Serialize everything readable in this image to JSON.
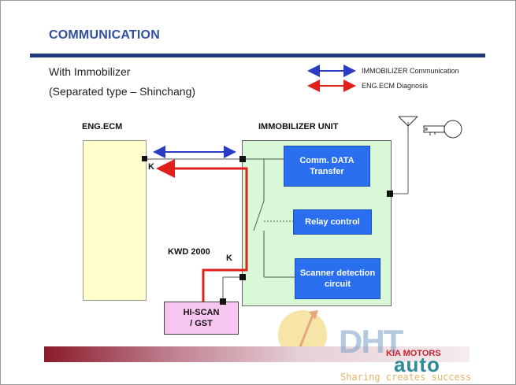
{
  "slide": {
    "title": "COMMUNICATION",
    "subtitle_line1": "With Immobilizer",
    "subtitle_line2": "(Separated type – Shinchang)"
  },
  "legend": [
    {
      "label": "IMMOBILIZER Communication",
      "color": "#2b3cc4"
    },
    {
      "label": "ENG.ECM Diagnosis",
      "color": "#e0201c"
    }
  ],
  "diagram": {
    "ecm_label": "ENG.ECM",
    "immo_label": "IMMOBILIZER UNIT",
    "blocks": {
      "comm_data": "Comm. DATA Transfer",
      "relay": "Relay control",
      "scanner": "Scanner detection circuit"
    },
    "hiscan_line1": "HI-SCAN",
    "hiscan_line2": "/ GST",
    "kwd_label": "KWD 2000",
    "k_left": "K",
    "k_right": "K"
  },
  "footer": {
    "brand": "KIA MOTORS",
    "watermark_logo": "DHT",
    "watermark_auto": "auto",
    "watermark_tagline": "Sharing creates success"
  }
}
